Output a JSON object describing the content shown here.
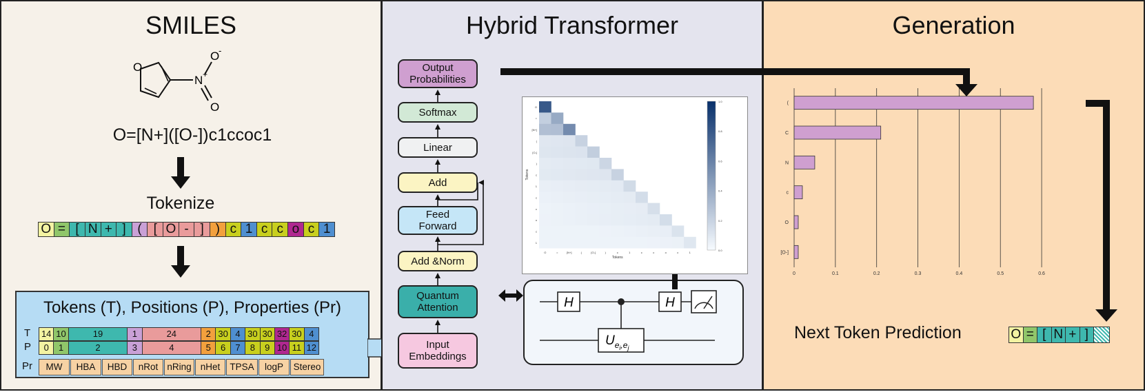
{
  "panels": {
    "smiles": {
      "title": "SMILES"
    },
    "transformer": {
      "title": "Hybrid Transformer"
    },
    "generation": {
      "title": "Generation"
    }
  },
  "molecule": {
    "atoms": {
      "o_ring": "O",
      "n": "N",
      "plus": "+",
      "o_neg": "O",
      "minus": "-",
      "o_dbl": "O"
    },
    "smiles_string": "O=[N+]([O-])c1ccoc1"
  },
  "tokenize_label": "Tokenize",
  "tokens": [
    {
      "t": "O",
      "c": "#f3f3a2"
    },
    {
      "t": "=",
      "c": "#90c66a"
    },
    {
      "t": "[",
      "c": "#3eb8ae"
    },
    {
      "t": "N",
      "c": "#3eb8ae"
    },
    {
      "t": "+",
      "c": "#3eb8ae"
    },
    {
      "t": "]",
      "c": "#3eb8ae"
    },
    {
      "t": "(",
      "c": "#c9a0d6"
    },
    {
      "t": "[",
      "c": "#e99b9b"
    },
    {
      "t": "O",
      "c": "#e99b9b"
    },
    {
      "t": "-",
      "c": "#e99b9b"
    },
    {
      "t": "]",
      "c": "#e99b9b"
    },
    {
      "t": ")",
      "c": "#f2a03d"
    },
    {
      "t": "c",
      "c": "#c8cf1e"
    },
    {
      "t": "1",
      "c": "#4f8fd0"
    },
    {
      "t": "c",
      "c": "#c8cf1e"
    },
    {
      "t": "c",
      "c": "#c8cf1e"
    },
    {
      "t": "o",
      "c": "#b02890"
    },
    {
      "t": "c",
      "c": "#c8cf1e"
    },
    {
      "t": "1",
      "c": "#4f8fd0"
    }
  ],
  "tpp": {
    "title": "Tokens (T), Positions (P), Properties (Pr)",
    "row_labels": {
      "t": "T",
      "p": "P",
      "pr": "Pr"
    },
    "t_row": [
      {
        "v": "14",
        "c": "#f3f3a2",
        "span": 1
      },
      {
        "v": "10",
        "c": "#90c66a",
        "span": 1
      },
      {
        "v": "19",
        "c": "#3eb8ae",
        "span": 4
      },
      {
        "v": "1",
        "c": "#c9a0d6",
        "span": 1
      },
      {
        "v": "24",
        "c": "#e99b9b",
        "span": 4
      },
      {
        "v": "2",
        "c": "#f2a03d",
        "span": 1
      },
      {
        "v": "30",
        "c": "#c8cf1e",
        "span": 1
      },
      {
        "v": "4",
        "c": "#4f8fd0",
        "span": 1
      },
      {
        "v": "30",
        "c": "#c8cf1e",
        "span": 1
      },
      {
        "v": "30",
        "c": "#c8cf1e",
        "span": 1
      },
      {
        "v": "32",
        "c": "#b02890",
        "span": 1
      },
      {
        "v": "30",
        "c": "#c8cf1e",
        "span": 1
      },
      {
        "v": "4",
        "c": "#4f8fd0",
        "span": 1
      }
    ],
    "p_row": [
      {
        "v": "0",
        "c": "#f3f3a2",
        "span": 1
      },
      {
        "v": "1",
        "c": "#90c66a",
        "span": 1
      },
      {
        "v": "2",
        "c": "#3eb8ae",
        "span": 4
      },
      {
        "v": "3",
        "c": "#c9a0d6",
        "span": 1
      },
      {
        "v": "4",
        "c": "#e99b9b",
        "span": 4
      },
      {
        "v": "5",
        "c": "#f2a03d",
        "span": 1
      },
      {
        "v": "6",
        "c": "#c8cf1e",
        "span": 1
      },
      {
        "v": "7",
        "c": "#4f8fd0",
        "span": 1
      },
      {
        "v": "8",
        "c": "#c8cf1e",
        "span": 1
      },
      {
        "v": "9",
        "c": "#c8cf1e",
        "span": 1
      },
      {
        "v": "10",
        "c": "#b02890",
        "span": 1
      },
      {
        "v": "11",
        "c": "#c8cf1e",
        "span": 1
      },
      {
        "v": "12",
        "c": "#4f8fd0",
        "span": 1
      }
    ],
    "properties": [
      "MW",
      "HBA",
      "HBD",
      "nRot",
      "nRing",
      "nHet",
      "TPSA",
      "logP",
      "Stereo"
    ]
  },
  "architecture": {
    "blocks": [
      {
        "key": "output",
        "label": "Output\nProbabilities",
        "color": "#cf9fd0"
      },
      {
        "key": "softmax",
        "label": "Softmax",
        "color": "#d2e9d6"
      },
      {
        "key": "linear",
        "label": "Linear",
        "color": "#f0f1f2"
      },
      {
        "key": "add",
        "label": "Add",
        "color": "#fbf4c3"
      },
      {
        "key": "ff",
        "label": "Feed\nForward",
        "color": "#c5e6f7"
      },
      {
        "key": "addnorm",
        "label": "Add &Norm",
        "color": "#fbf4c3"
      },
      {
        "key": "qattn",
        "label": "Quantum\nAttention",
        "color": "#3aafaa"
      },
      {
        "key": "embed",
        "label": "Input\nEmbeddings",
        "color": "#f6c8e0"
      }
    ],
    "circuit": {
      "gate_h": "H",
      "gate_u": "U",
      "gate_u_sub": "e",
      "gate_u_sub_i": "i",
      "gate_u_sub_j": "j"
    }
  },
  "attention_map": {
    "axis_label": "Tokens",
    "tick_labels": [
      "O",
      "=",
      "[N+]",
      "(",
      "[O-]",
      ")",
      "c",
      "1",
      "c",
      "c",
      "o",
      "c",
      "1"
    ],
    "colorbar_ticks": [
      "0.0",
      "0.2",
      "0.4",
      "0.6",
      "0.8",
      "1.0"
    ],
    "diagonal": [
      0.8,
      0.4,
      0.55,
      0.2,
      0.22,
      0.18,
      0.2,
      0.16,
      0.15,
      0.14,
      0.15,
      0.12,
      0.1
    ]
  },
  "chart_data": {
    "type": "bar",
    "orientation": "horizontal",
    "categories": [
      "(",
      "C",
      "N",
      "c",
      "O",
      "[O-]"
    ],
    "values": [
      0.58,
      0.21,
      0.05,
      0.02,
      0.01,
      0.01
    ],
    "xlim": [
      0,
      0.65
    ],
    "xticks": [
      0,
      0.1,
      0.2,
      0.3,
      0.4,
      0.5,
      0.6
    ],
    "grid": "vertical",
    "bar_color": "#cf9fd0",
    "title": "",
    "xlabel": "",
    "ylabel": ""
  },
  "next_token": {
    "label": "Next Token Prediction",
    "tokens": [
      {
        "t": "O",
        "c": "#f3f3a2"
      },
      {
        "t": "=",
        "c": "#90c66a"
      },
      {
        "t": "[",
        "c": "#3eb8ae"
      },
      {
        "t": "N",
        "c": "#3eb8ae"
      },
      {
        "t": "+",
        "c": "#3eb8ae"
      },
      {
        "t": "]",
        "c": "#3eb8ae"
      }
    ],
    "pending_color": "#3eb8ae"
  }
}
